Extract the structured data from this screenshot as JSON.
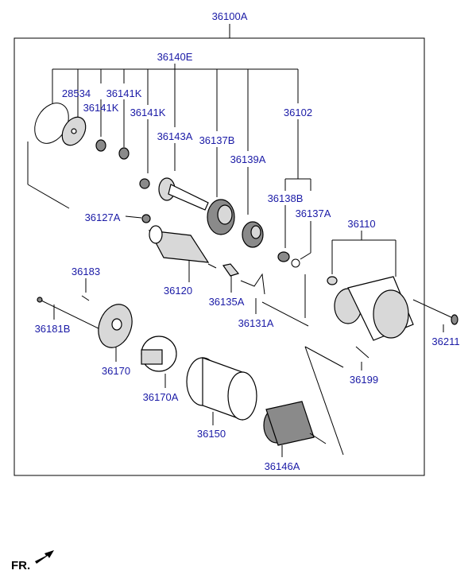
{
  "assembly_label": "36100A",
  "group_labels": {
    "pinion_group": "36140E",
    "housing_group": "36102",
    "housing_subgroup": "36110"
  },
  "parts": [
    {
      "id": "p28534",
      "label": "28534",
      "icon": "gasket-ring-icon"
    },
    {
      "id": "p36141K_a",
      "label": "36141K",
      "icon": "washer-icon"
    },
    {
      "id": "p36141K_b",
      "label": "36141K",
      "icon": "bushing-icon"
    },
    {
      "id": "p36141K_c",
      "label": "36141K",
      "icon": "bushing-icon"
    },
    {
      "id": "p36143A",
      "label": "36143A",
      "icon": "shaft-icon"
    },
    {
      "id": "p36137B",
      "label": "36137B",
      "icon": "clutch-icon"
    },
    {
      "id": "p36139A",
      "label": "36139A",
      "icon": "pinion-gear-icon"
    },
    {
      "id": "p36138B",
      "label": "36138B",
      "icon": "ring-icon"
    },
    {
      "id": "p36137A",
      "label": "36137A",
      "icon": "snap-ring-icon"
    },
    {
      "id": "p36127A",
      "label": "36127A",
      "icon": "nut-icon"
    },
    {
      "id": "p36120",
      "label": "36120",
      "icon": "solenoid-icon"
    },
    {
      "id": "p36135A",
      "label": "36135A",
      "icon": "plunger-icon"
    },
    {
      "id": "p36131A",
      "label": "36131A",
      "icon": "lever-icon"
    },
    {
      "id": "p36183",
      "label": "36183",
      "icon": "screw-icon"
    },
    {
      "id": "p36181B",
      "label": "36181B",
      "icon": "through-bolt-icon"
    },
    {
      "id": "p36170",
      "label": "36170",
      "icon": "end-cover-icon"
    },
    {
      "id": "p36170A",
      "label": "36170A",
      "icon": "brush-holder-icon"
    },
    {
      "id": "p36150",
      "label": "36150",
      "icon": "yoke-icon"
    },
    {
      "id": "p36146A",
      "label": "36146A",
      "icon": "armature-icon"
    },
    {
      "id": "p36110",
      "label": "36110",
      "icon": "housing-icon"
    },
    {
      "id": "p36199",
      "label": "36199",
      "icon": "pin-icon"
    },
    {
      "id": "p36211",
      "label": "36211",
      "icon": "bolt-icon"
    }
  ],
  "orientation": {
    "label": "FR.",
    "icon": "front-arrow-icon"
  },
  "colors": {
    "label": "#1a1aa6",
    "line": "#000000",
    "background": "#ffffff"
  }
}
